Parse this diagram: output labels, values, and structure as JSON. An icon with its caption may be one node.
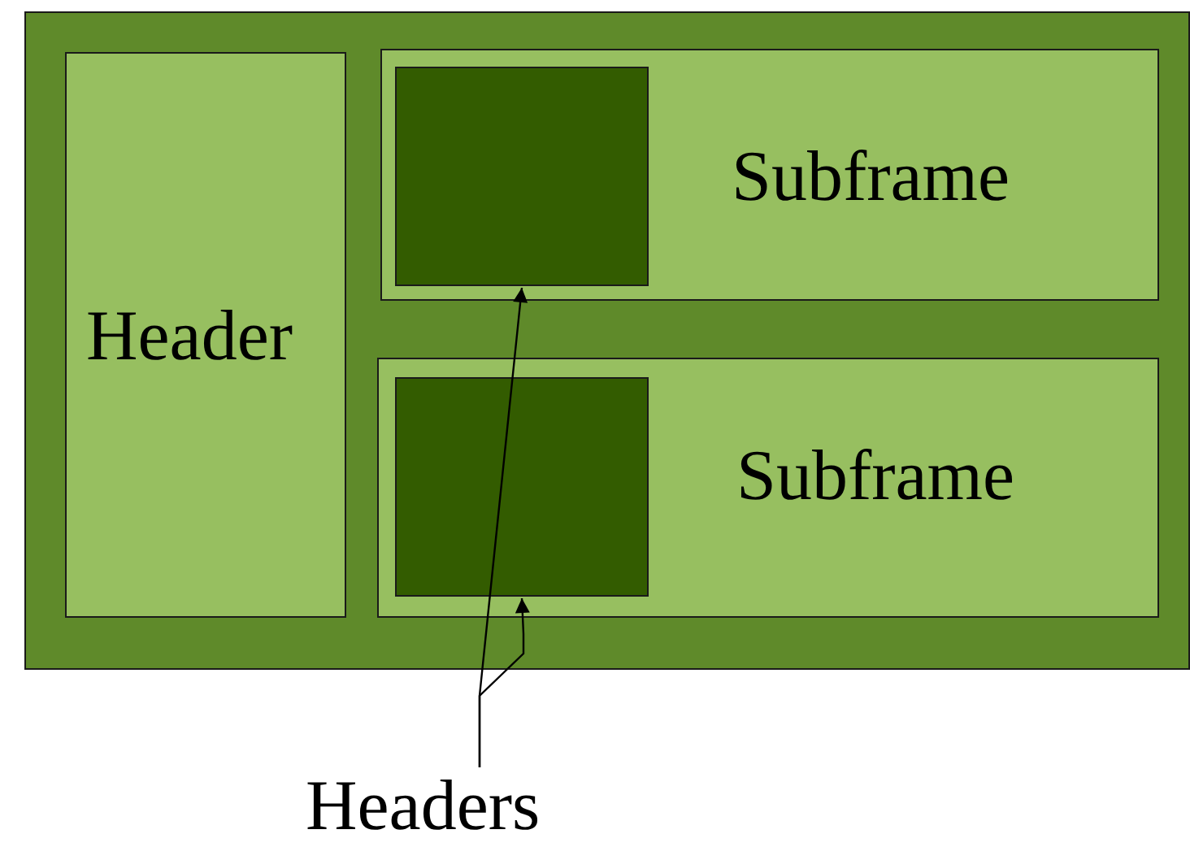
{
  "diagram": {
    "nodes": [
      {
        "text": [],
        "shape": "box"
      },
      {
        "text": [
          "Header"
        ],
        "in": 0
      },
      {
        "text": [
          "Subframe"
        ],
        "in": 0
      },
      {
        "text": [],
        "shape": "box",
        "in": 2
      },
      {
        "text": [
          "Subframe"
        ],
        "in": 0
      },
      {
        "text": [],
        "shape": "box",
        "in": 4
      },
      {
        "text": [
          "Headers"
        ]
      }
    ],
    "edges": [
      {
        "from": 6,
        "to": 3,
        "arrow": "to"
      },
      {
        "from": 6,
        "to": 5,
        "arrow": "to"
      }
    ]
  }
}
